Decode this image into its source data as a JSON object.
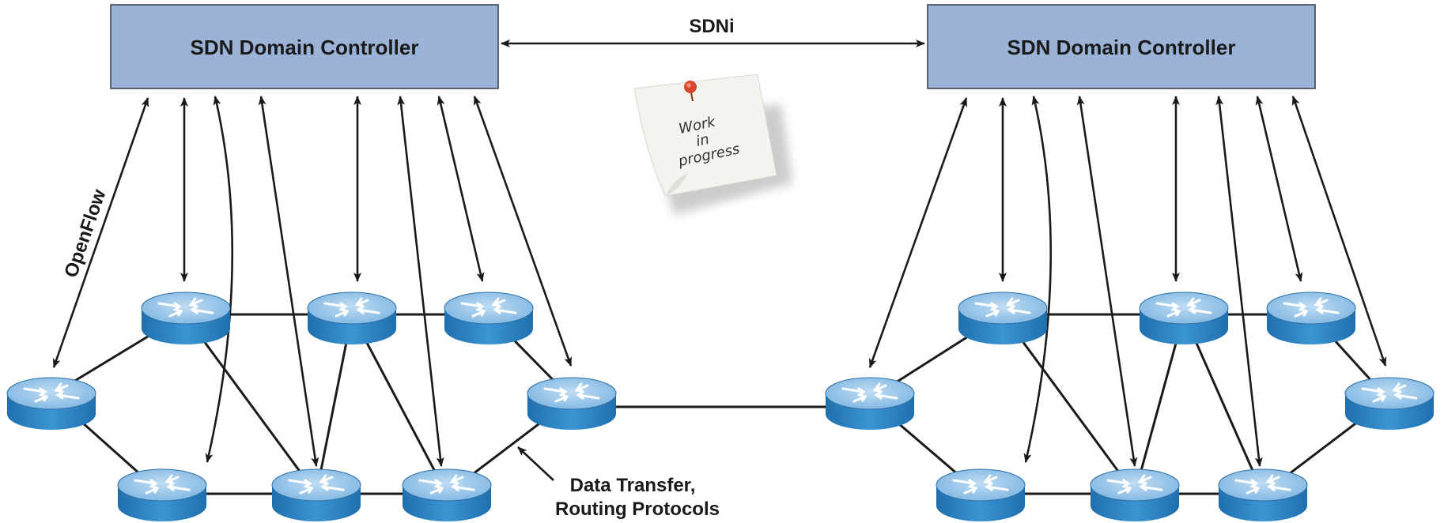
{
  "left_controller": {
    "label": "SDN Domain Controller"
  },
  "right_controller": {
    "label": "SDN Domain Controller"
  },
  "interconnect": {
    "label": "SDNi"
  },
  "openflow": {
    "label": "OpenFlow"
  },
  "data_transfer": {
    "line1": "Data Transfer,",
    "line2": "Routing Protocols"
  },
  "sticky_note": {
    "line1": "Work",
    "line2": "in",
    "line3": "progress"
  },
  "colors": {
    "controller_fill": "#9ab3d6",
    "router_top": "#8fc0e6",
    "router_side": "#2d86c6",
    "note": "#f4f4ef",
    "pin": "#d9452b"
  },
  "icons": {
    "router": "router-icon",
    "pin": "pushpin-icon"
  }
}
